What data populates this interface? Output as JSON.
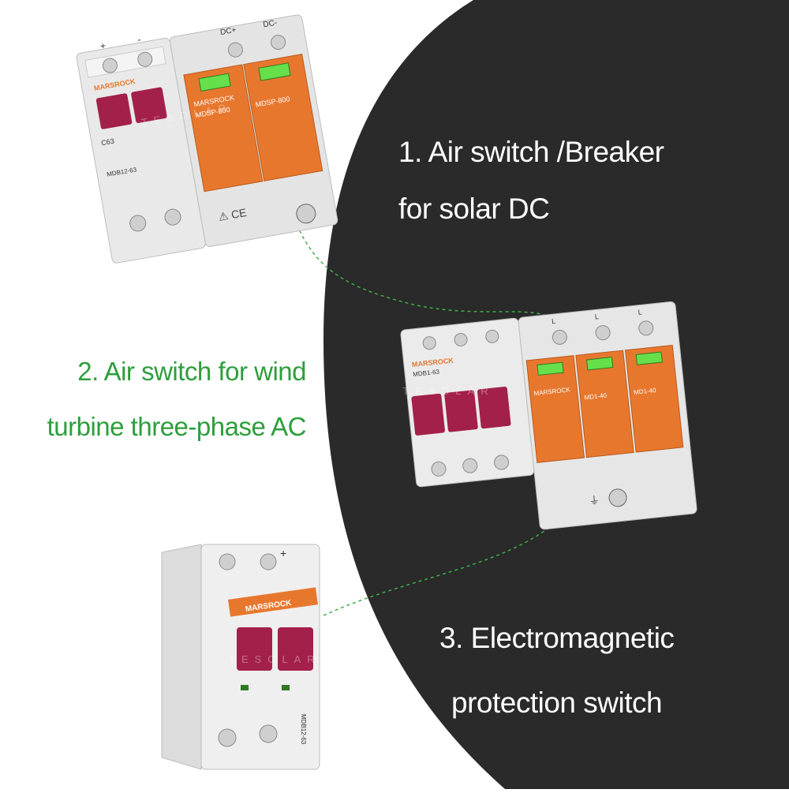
{
  "captions": {
    "item1_line1": "1. Air switch /Breaker",
    "item1_line2": "for solar DC",
    "item2_line1": "2. Air switch for wind",
    "item2_line2": "turbine three-phase AC",
    "item3_line1": "3. Electromagnetic",
    "item3_line2": "protection switch"
  },
  "labels": {
    "brand": "MARSROCK",
    "spd_model_dc": "MDSP-800",
    "spd_model_ac": "MD1-40",
    "breaker_dc_model": "MDB12-63",
    "breaker_ac_model": "MDB1-63",
    "breaker_rating": "C63",
    "terminal_plus": "+",
    "terminal_minus": "-",
    "terminal_dcplus": "DC+",
    "terminal_dcminus": "DC-",
    "terminal_l": "L",
    "watermark": "TESOLAR"
  },
  "colors": {
    "background_dark": "#2a2a2a",
    "accent_green": "#2e9e3c",
    "spd_orange": "#e8772e",
    "handle_red": "#a3204a",
    "body_grey": "#e7e7e7"
  }
}
